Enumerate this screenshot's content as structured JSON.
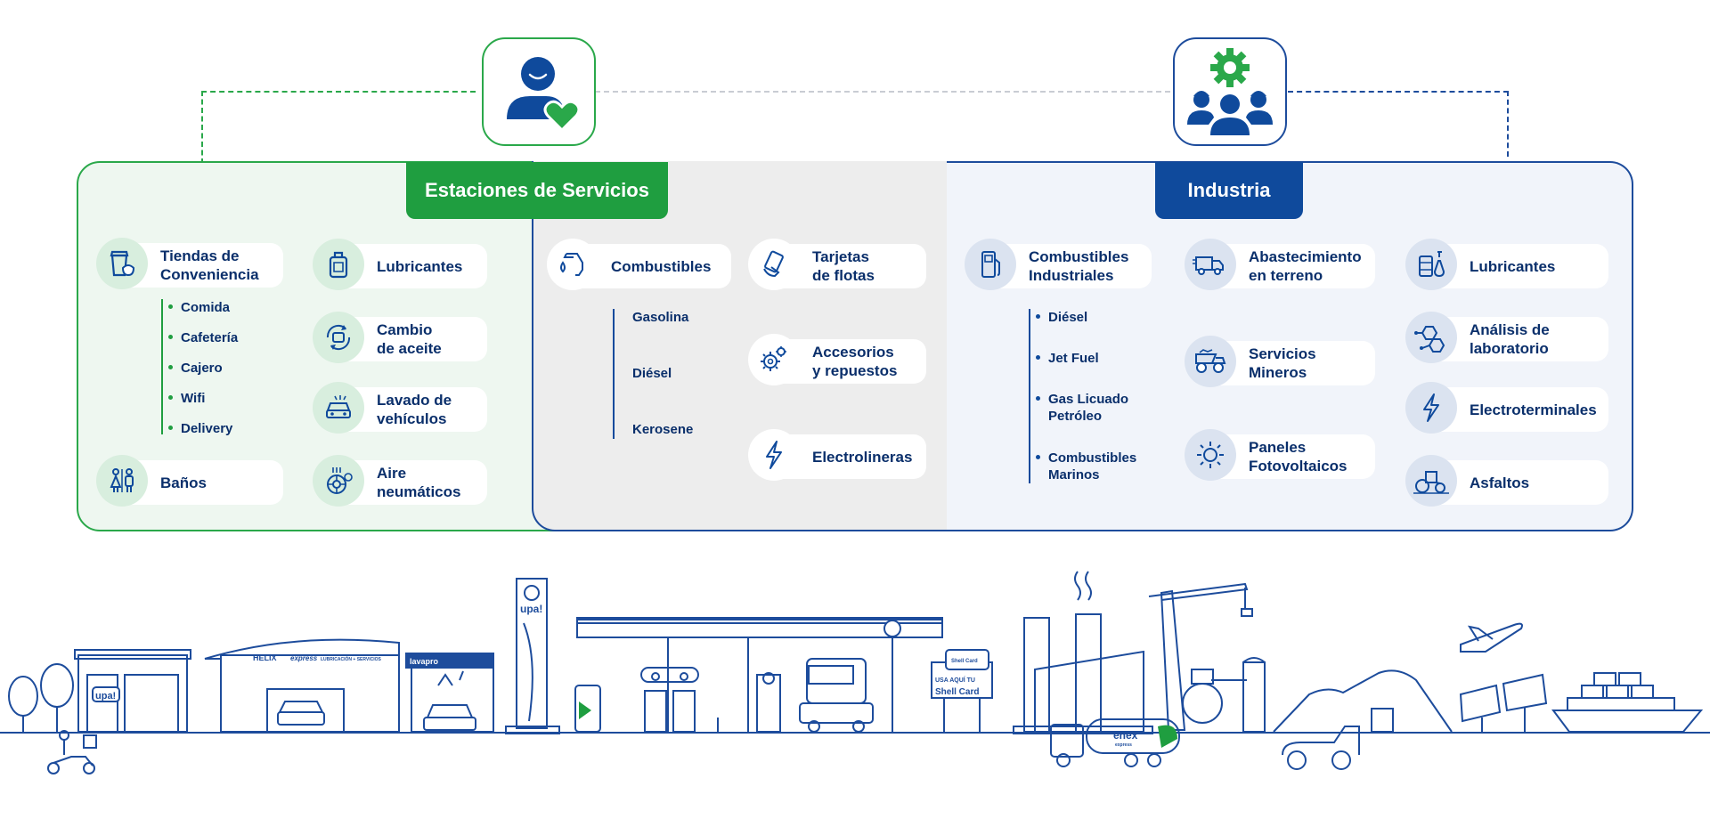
{
  "tabs": {
    "stations": "Estaciones de Servicios",
    "industry": "Industria"
  },
  "stations_left": {
    "items": [
      {
        "label": "Tiendas de\nConveniencia",
        "icon": "store-cup-icon"
      },
      {
        "label": "Lubricantes",
        "icon": "oil-can-icon"
      },
      {
        "label": "Cambio\nde aceite",
        "icon": "oil-change-icon"
      },
      {
        "label": "Lavado de\nvehículos",
        "icon": "car-wash-icon"
      },
      {
        "label": "Baños",
        "icon": "restroom-icon"
      },
      {
        "label": "Aire\nneumáticos",
        "icon": "tire-air-icon"
      }
    ],
    "convenience_sub": [
      "Comida",
      "Cafetería",
      "Cajero",
      "Wifi",
      "Delivery"
    ]
  },
  "stations_right": {
    "items": [
      {
        "label": "Combustibles",
        "icon": "fuel-nozzle-icon"
      },
      {
        "label": "Tarjetas\nde flotas",
        "icon": "fleet-card-icon"
      },
      {
        "label": "Accesorios\ny repuestos",
        "icon": "gears-icon"
      },
      {
        "label": "Electrolineras",
        "icon": "lightning-icon"
      }
    ],
    "fuel_sub": [
      "Gasolina",
      "Diésel",
      "Kerosene"
    ]
  },
  "industry": {
    "items": [
      {
        "label": "Combustibles\nIndustriales",
        "icon": "fuel-pump-icon"
      },
      {
        "label": "Abastecimiento\nen terreno",
        "icon": "delivery-truck-icon"
      },
      {
        "label": "Lubricantes",
        "icon": "lubricant-drum-icon"
      },
      {
        "label": "Servicios\nMineros",
        "icon": "mining-truck-icon"
      },
      {
        "label": "Análisis de\nlaboratorio",
        "icon": "molecule-icon"
      },
      {
        "label": "Paneles\nFotovoltaicos",
        "icon": "sun-icon"
      },
      {
        "label": "Electroterminales",
        "icon": "lightning-icon"
      },
      {
        "label": "Asfaltos",
        "icon": "road-roller-icon"
      }
    ],
    "fuel_sub": [
      "Diésel",
      "Jet Fuel",
      "Gas Licuado\nPetróleo",
      "Combustibles\nMarinos"
    ]
  },
  "illustration": {
    "upa_sign": "upa!",
    "upa_store": "upa!",
    "helix": "HELIX",
    "express": "express",
    "lub_services": "LUBRICACIÓN + SERVICIOS",
    "lavapro": "lavapro",
    "shellcard_top": "Shell Card",
    "shellcard_line1": "USA AQUÍ TU",
    "shellcard_line2": "Shell Card",
    "enex": "enex",
    "enex_sub": "express"
  },
  "colors": {
    "green": "#1f9e40",
    "blue": "#0f4a9c",
    "navy": "#0a2f6b",
    "light_green": "#eef7f0",
    "grey": "#ededed",
    "light_blue": "#f1f4fa"
  }
}
